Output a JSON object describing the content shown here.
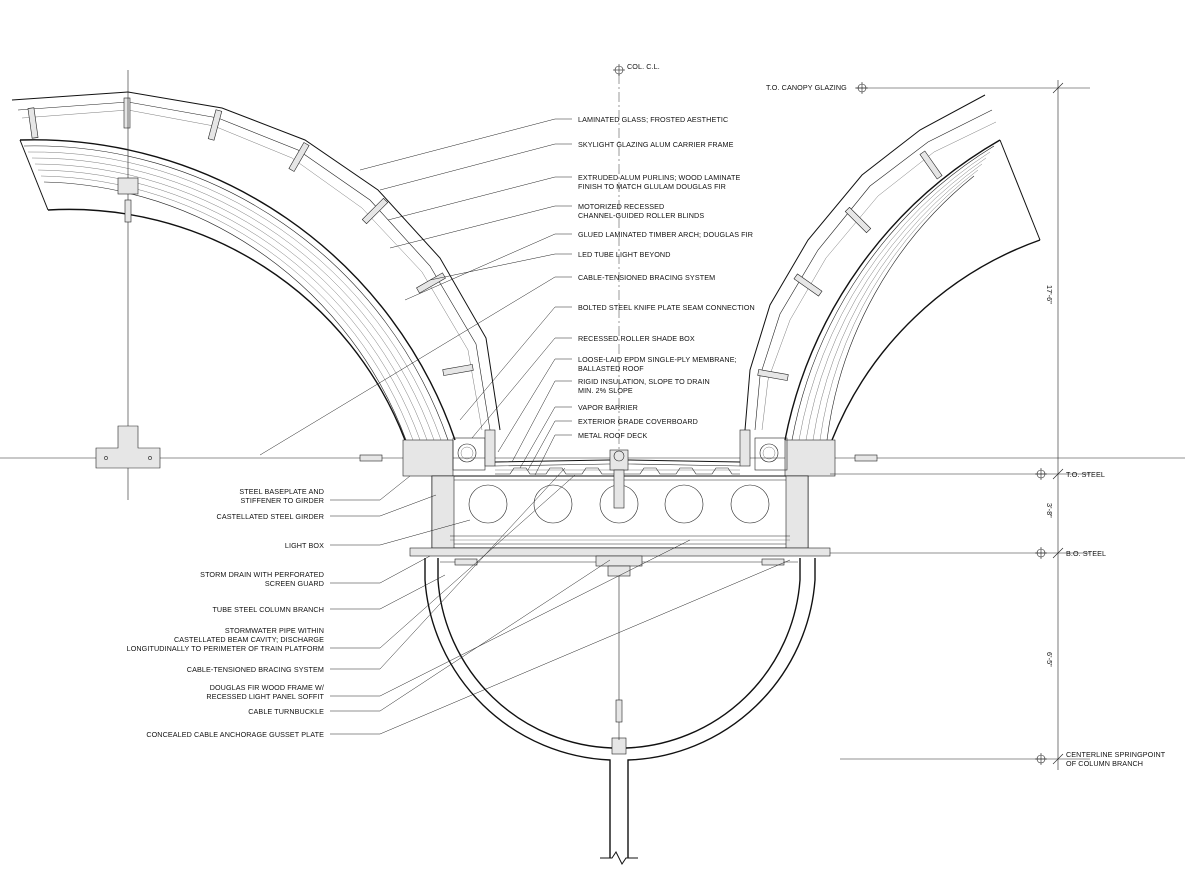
{
  "reference_labels": {
    "col_cl": "COL. C.L.",
    "to_canopy": "T.O. CANOPY GLAZING",
    "to_steel": "T.O. STEEL",
    "bo_steel": "B.O. STEEL",
    "springpoint_1": "CENTERLINE SPRINGPOINT",
    "springpoint_2": "OF COLUMN BRANCH"
  },
  "dimensions": {
    "total_height": "17'-6\"",
    "girder_depth": "3'-8\"",
    "lower_height": "6'-5\""
  },
  "right_callouts": [
    {
      "lines": [
        "LAMINATED GLASS; FROSTED AESTHETIC"
      ]
    },
    {
      "lines": [
        "SKYLIGHT GLAZING ALUM CARRIER FRAME"
      ]
    },
    {
      "lines": [
        "EXTRUDED ALUM PURLINS; WOOD LAMINATE",
        "FINISH TO MATCH GLULAM DOUGLAS FIR"
      ]
    },
    {
      "lines": [
        "MOTORIZED RECESSED",
        "CHANNEL-GUIDED ROLLER BLINDS"
      ]
    },
    {
      "lines": [
        "GLUED LAMINATED TIMBER ARCH; DOUGLAS FIR"
      ]
    },
    {
      "lines": [
        "LED TUBE LIGHT BEYOND"
      ]
    },
    {
      "lines": [
        "CABLE-TENSIONED BRACING SYSTEM"
      ]
    },
    {
      "lines": [
        "BOLTED STEEL KNIFE PLATE SEAM CONNECTION"
      ]
    },
    {
      "lines": [
        "RECESSED ROLLER SHADE BOX"
      ]
    },
    {
      "lines": [
        "LOOSE-LAID EPDM SINGLE-PLY MEMBRANE;",
        "BALLASTED ROOF"
      ]
    },
    {
      "lines": [
        "RIGID INSULATION, SLOPE TO DRAIN",
        "MIN. 2% SLOPE"
      ]
    },
    {
      "lines": [
        "VAPOR BARRIER"
      ]
    },
    {
      "lines": [
        "EXTERIOR GRADE COVERBOARD"
      ]
    },
    {
      "lines": [
        "METAL ROOF DECK"
      ]
    }
  ],
  "left_callouts": [
    {
      "lines": [
        "STEEL BASEPLATE AND",
        "STIFFENER TO GIRDER"
      ]
    },
    {
      "lines": [
        "CASTELLATED STEEL GIRDER"
      ]
    },
    {
      "lines": [
        "LIGHT BOX"
      ]
    },
    {
      "lines": [
        "STORM DRAIN WITH PERFORATED",
        "SCREEN GUARD"
      ]
    },
    {
      "lines": [
        "TUBE STEEL COLUMN BRANCH"
      ]
    },
    {
      "lines": [
        "STORMWATER PIPE WITHIN",
        "CASTELLATED BEAM CAVITY; DISCHARGE",
        "LONGITUDINALLY TO PERIMETER OF TRAIN PLATFORM"
      ]
    },
    {
      "lines": [
        "CABLE-TENSIONED BRACING SYSTEM"
      ]
    },
    {
      "lines": [
        "DOUGLAS FIR WOOD FRAME W/",
        "RECESSED LIGHT PANEL SOFFIT"
      ]
    },
    {
      "lines": [
        "CABLE TURNBUCKLE"
      ]
    },
    {
      "lines": [
        "CONCEALED CABLE ANCHORAGE GUSSET PLATE"
      ]
    }
  ]
}
